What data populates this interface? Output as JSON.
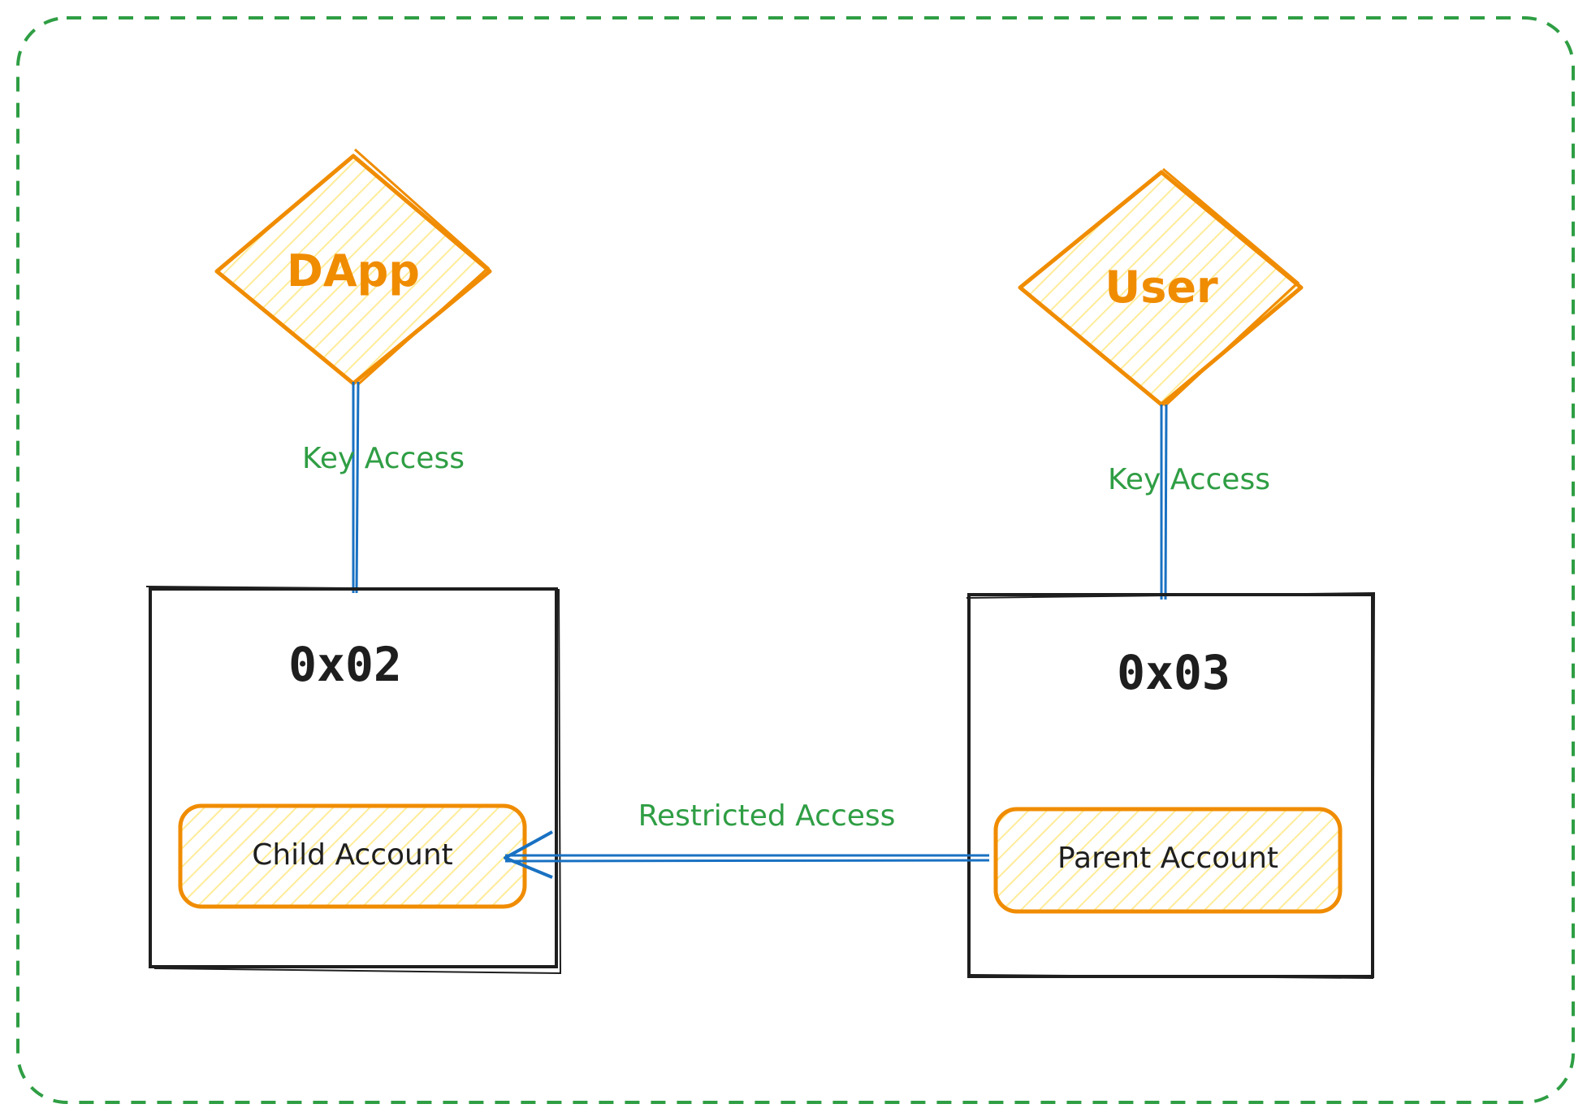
{
  "colors": {
    "boundary": "#2f9e44",
    "actor_stroke": "#f08c00",
    "actor_fill": "#ffec99",
    "actor_text": "#f08c00",
    "link": "#1971c2",
    "edge_label": "#2f9e44",
    "box_stroke": "#1e1e1e",
    "box_text": "#1e1e1e"
  },
  "actors": {
    "dapp": {
      "label": "DApp"
    },
    "user": {
      "label": "User"
    }
  },
  "accounts": {
    "left": {
      "address": "0x02",
      "inner_label": "Child Account"
    },
    "right": {
      "address": "0x03",
      "inner_label": "Parent Account"
    }
  },
  "edges": {
    "dapp_key": {
      "label": "Key Access"
    },
    "user_key": {
      "label": "Key Access"
    },
    "restricted": {
      "label": "Restricted Access"
    }
  }
}
